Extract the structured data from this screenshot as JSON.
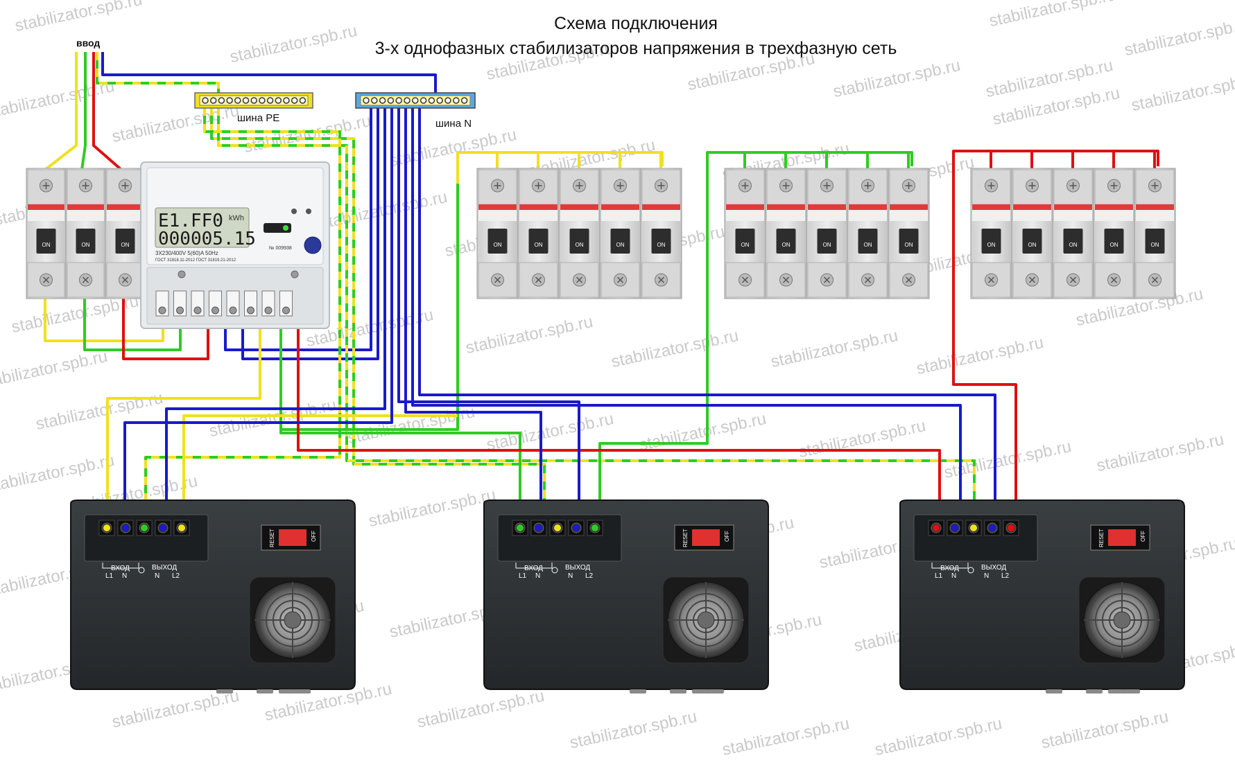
{
  "title": {
    "line1": "Схема подключения",
    "line2": "3-х однофазных стабилизаторов напряжения в трехфазную сеть"
  },
  "labels": {
    "input": "ввод",
    "pe_bus": "шина PE",
    "n_bus": "шина N"
  },
  "watermark": "stabilizator.spb.ru",
  "meter": {
    "display_line1": "E1.FF0",
    "display_line2": "000005.15",
    "unit": "kWh",
    "spec": "3X230/400V  5(60)A  50Hz",
    "standard": "ГОСТ 31818.11-2012  ГОСТ 31819.21-2012",
    "serial": "№ 009938"
  },
  "breaker": {
    "on_label": "ON"
  },
  "stabilizer": {
    "input_label": "ВХОД",
    "output_label": "ВЫХОД",
    "terminal_l1": "L1",
    "terminal_n": "N",
    "terminal_l2": "L2",
    "reset_label": "RESET",
    "off_label": "OFF"
  },
  "colors": {
    "phase_a": "#f0e020",
    "phase_b": "#2ecc22",
    "phase_c": "#e01010",
    "neutral": "#1a1acc",
    "pe_yellow": "#f0e020",
    "pe_green": "#2ecc22",
    "stabilizer_body": "#2b2f31",
    "accent_red": "#e03030"
  }
}
